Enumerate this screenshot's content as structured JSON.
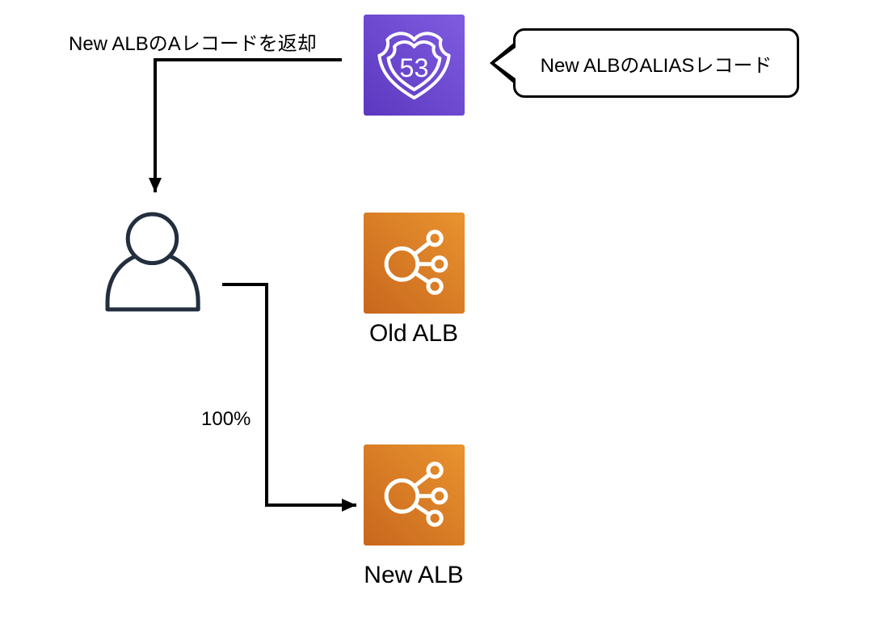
{
  "labels": {
    "return_a_record": "New ALBのAレコードを返却",
    "alias_record": "New ALBのALIASレコード",
    "old_alb": "Old ALB",
    "new_alb": "New ALB",
    "traffic_percent": "100%"
  },
  "icons": {
    "route53": "route53-icon",
    "route53_badge": "53",
    "old_alb": "load-balancer-icon",
    "new_alb": "load-balancer-icon",
    "user": "user-icon"
  },
  "colors": {
    "route53_gradient_start": "#5b38bf",
    "route53_gradient_end": "#7f5ce0",
    "alb_gradient_start": "#c8671d",
    "alb_gradient_end": "#e9932f",
    "person_stroke": "#232f3e",
    "line": "#000000",
    "bubble_border": "#000000",
    "text": "#000000",
    "background": "#ffffff"
  }
}
